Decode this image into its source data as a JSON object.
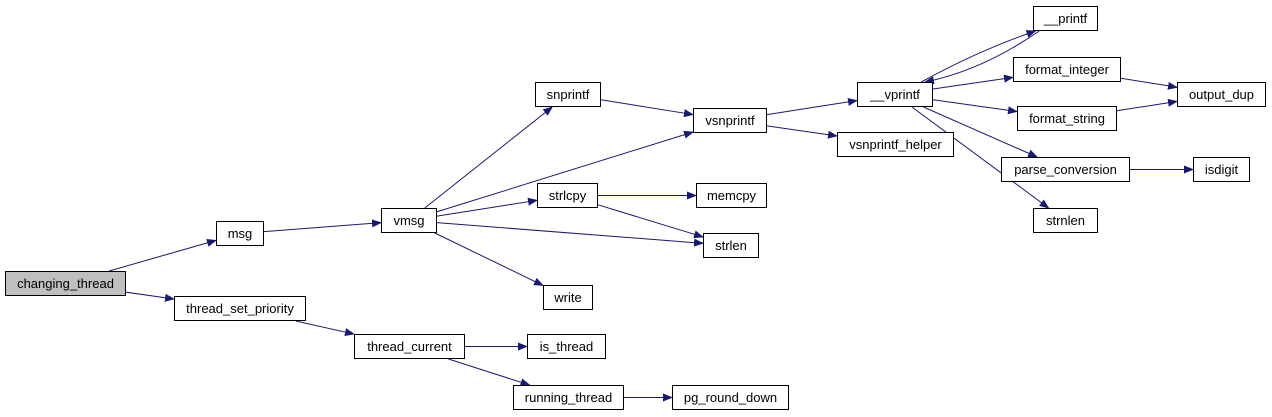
{
  "colors": {
    "edge": "#191970",
    "node_border": "#000000",
    "root_fill": "#bfbfbf",
    "node_fill": "#ffffff"
  },
  "nodes": {
    "changing_thread": "changing_thread",
    "msg": "msg",
    "vmsg": "vmsg",
    "snprintf": "snprintf",
    "vsnprintf": "vsnprintf",
    "__vprintf": "__vprintf",
    "__printf": "__printf",
    "format_integer": "format_integer",
    "format_string": "format_string",
    "output_dup": "output_dup",
    "vsnprintf_helper": "vsnprintf_helper",
    "parse_conversion": "parse_conversion",
    "isdigit": "isdigit",
    "strnlen": "strnlen",
    "strlcpy": "strlcpy",
    "memcpy": "memcpy",
    "strlen": "strlen",
    "write": "write",
    "thread_set_priority": "thread_set_priority",
    "thread_current": "thread_current",
    "is_thread": "is_thread",
    "running_thread": "running_thread",
    "pg_round_down": "pg_round_down"
  },
  "edges": [
    [
      "changing_thread",
      "msg"
    ],
    [
      "changing_thread",
      "thread_set_priority"
    ],
    [
      "msg",
      "vmsg"
    ],
    [
      "vmsg",
      "snprintf"
    ],
    [
      "vmsg",
      "vsnprintf"
    ],
    [
      "vmsg",
      "strlcpy"
    ],
    [
      "vmsg",
      "strlen"
    ],
    [
      "vmsg",
      "write"
    ],
    [
      "snprintf",
      "vsnprintf"
    ],
    [
      "vsnprintf",
      "__vprintf"
    ],
    [
      "vsnprintf",
      "vsnprintf_helper"
    ],
    [
      "__vprintf",
      "__printf"
    ],
    [
      "__vprintf",
      "format_integer"
    ],
    [
      "__vprintf",
      "format_string"
    ],
    [
      "__vprintf",
      "parse_conversion"
    ],
    [
      "__vprintf",
      "strnlen"
    ],
    [
      "__printf",
      "__vprintf"
    ],
    [
      "format_integer",
      "output_dup"
    ],
    [
      "format_string",
      "output_dup"
    ],
    [
      "parse_conversion",
      "isdigit"
    ],
    [
      "strlcpy",
      "memcpy"
    ],
    [
      "strlcpy",
      "strlen"
    ],
    [
      "thread_set_priority",
      "thread_current"
    ],
    [
      "thread_current",
      "is_thread"
    ],
    [
      "thread_current",
      "running_thread"
    ],
    [
      "running_thread",
      "pg_round_down"
    ]
  ]
}
